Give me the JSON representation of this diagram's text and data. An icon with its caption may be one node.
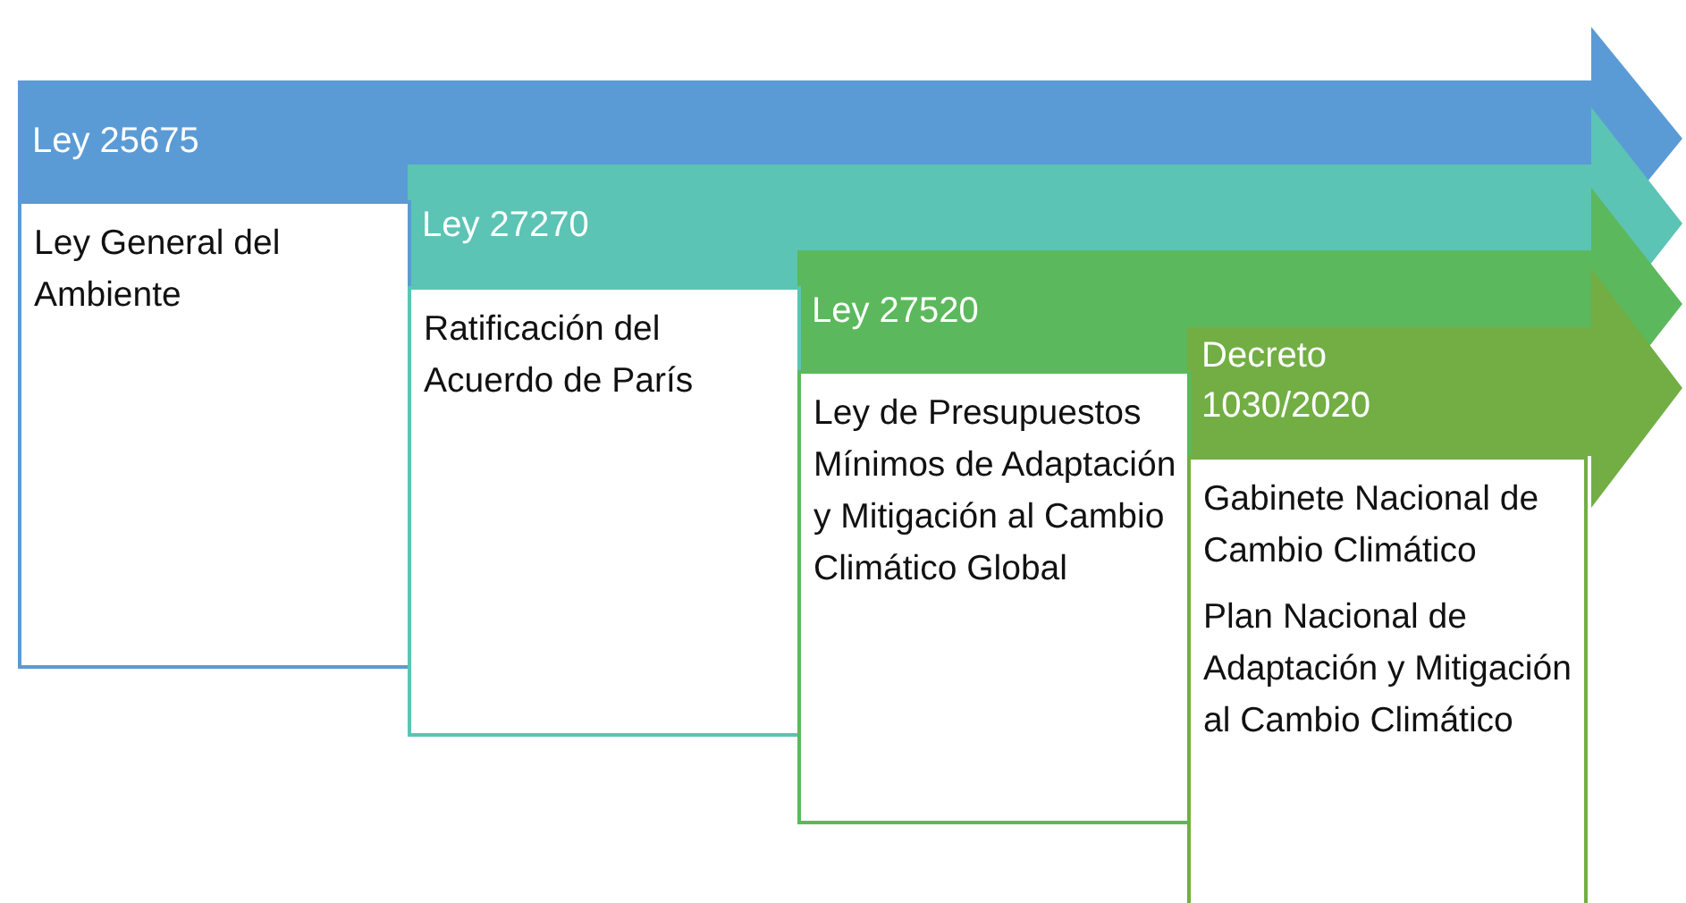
{
  "diagram": {
    "nodes": [
      {
        "text": [
          "Ley 25675"
        ]
      },
      {
        "text": [
          "Ley General del Ambiente"
        ]
      },
      {
        "text": [
          "Ley 27270"
        ]
      },
      {
        "text": [
          "Ratificación del Acuerdo de París"
        ]
      },
      {
        "text": [
          "Ley 27520"
        ]
      },
      {
        "text": [
          "Ley de Presupuestos Mínimos de Adaptación y Mitigación al Cambio Climático Global"
        ]
      },
      {
        "text": [
          "Decreto 1030/2020"
        ]
      },
      {
        "text": [
          "Gabinete Nacional de Cambio Climático",
          "Plan Nacional de Adaptación y Mitigación al Cambio Climático"
        ]
      }
    ],
    "edges": []
  }
}
